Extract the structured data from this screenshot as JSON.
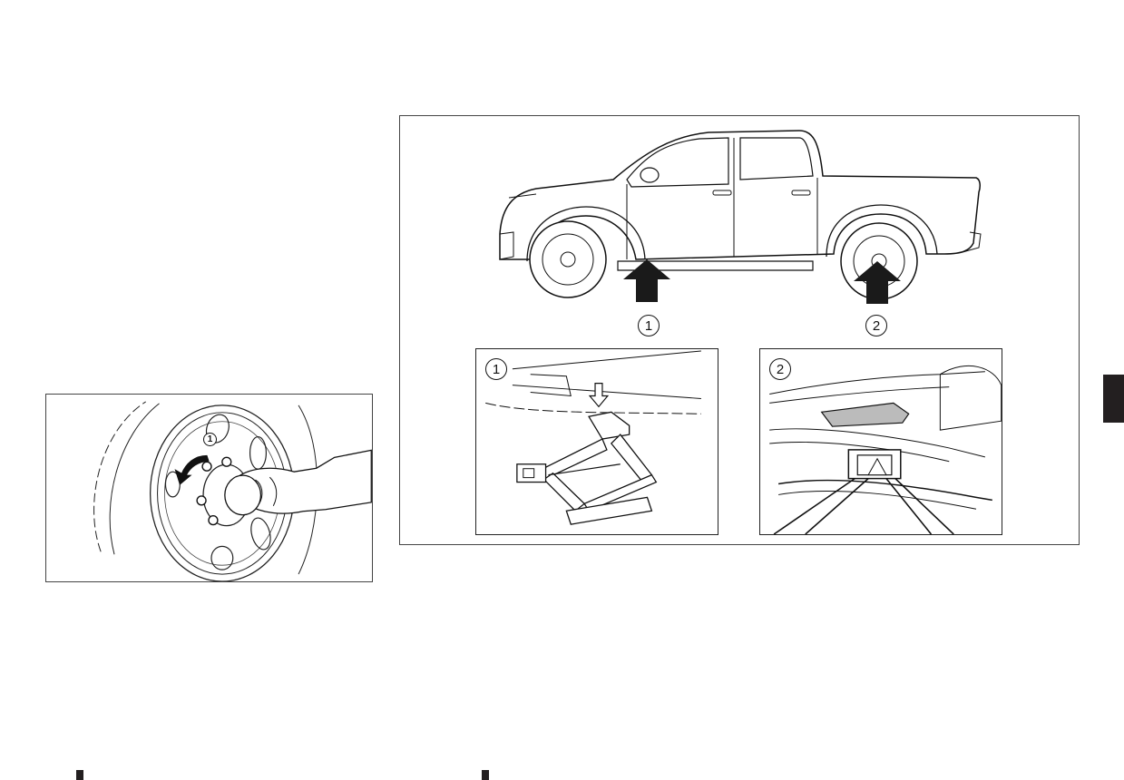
{
  "wheel_figure": {
    "callout": "1",
    "icons": [
      "tire-icon",
      "lug-wrench-icon",
      "hand-icon",
      "rotation-arrow-icon"
    ]
  },
  "jack_figure": {
    "callouts": [
      "1",
      "2"
    ],
    "insets": [
      {
        "number": "1",
        "icon": "scissor-jack-icon"
      },
      {
        "number": "2",
        "icon": "jack-under-axle-icon"
      }
    ],
    "icons": [
      "pickup-truck-icon",
      "jack-point-arrow-icon"
    ]
  },
  "colors": {
    "line": "#111111",
    "tab": "#231f20",
    "arrow": "#1a1a1a"
  }
}
